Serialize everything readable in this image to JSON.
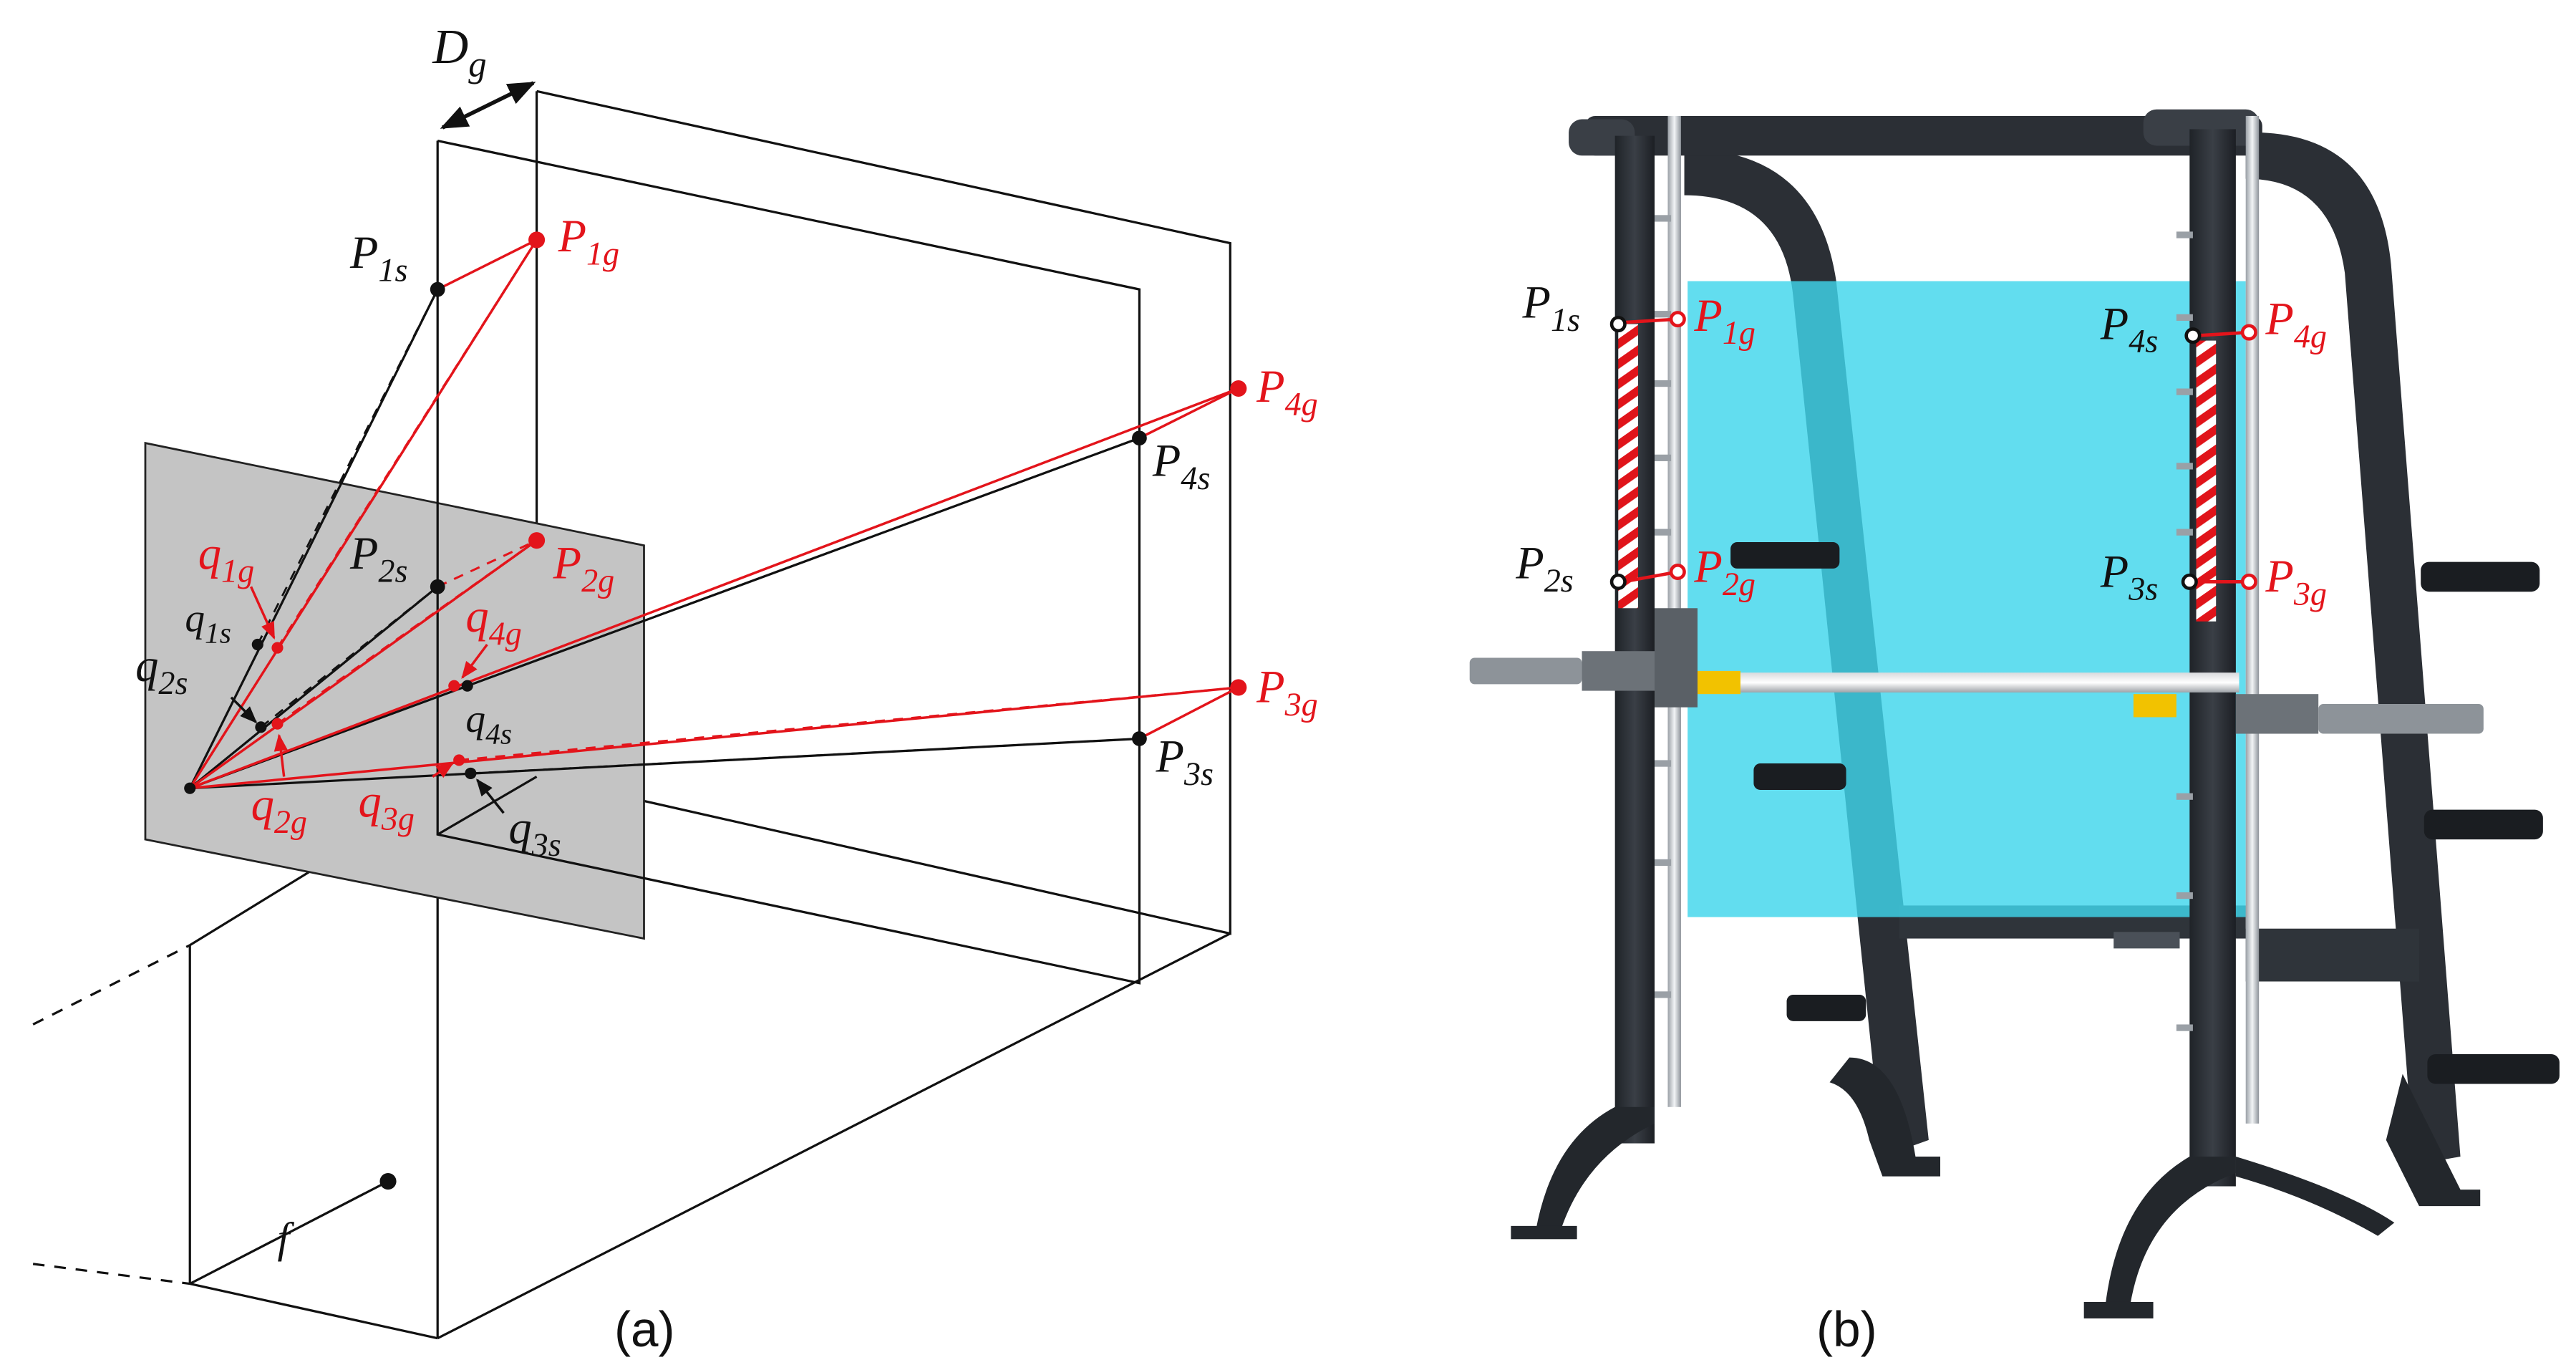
{
  "colors": {
    "black": "#111111",
    "red": "#e3141b",
    "plane_gray": "#c4c4c4",
    "glass_cyan": "#3fd6ec",
    "frame_dark": "#2b2f35",
    "bar_yellow": "#f2c200",
    "stripe_red": "#e0141a"
  },
  "panel_a": {
    "caption": "(a)",
    "dimension_label": {
      "base": "D",
      "sub": "g"
    },
    "focal_label": "f",
    "labels": {
      "P1s": {
        "base": "P",
        "sub": "1s"
      },
      "P1g": {
        "base": "P",
        "sub": "1g"
      },
      "P2s": {
        "base": "P",
        "sub": "2s"
      },
      "P2g": {
        "base": "P",
        "sub": "2g"
      },
      "P3s": {
        "base": "P",
        "sub": "3s"
      },
      "P3g": {
        "base": "P",
        "sub": "3g"
      },
      "P4s": {
        "base": "P",
        "sub": "4s"
      },
      "P4g": {
        "base": "P",
        "sub": "4g"
      },
      "q1s": {
        "base": "q",
        "sub": "1s"
      },
      "q1g": {
        "base": "q",
        "sub": "1g"
      },
      "q2s": {
        "base": "q",
        "sub": "2s"
      },
      "q2g": {
        "base": "q",
        "sub": "2g"
      },
      "q3s": {
        "base": "q",
        "sub": "3s"
      },
      "q3g": {
        "base": "q",
        "sub": "3g"
      },
      "q4s": {
        "base": "q",
        "sub": "4s"
      },
      "q4g": {
        "base": "q",
        "sub": "4g"
      }
    }
  },
  "panel_b": {
    "caption": "(b)",
    "labels": {
      "P1s": {
        "base": "P",
        "sub": "1s"
      },
      "P1g": {
        "base": "P",
        "sub": "1g"
      },
      "P2s": {
        "base": "P",
        "sub": "2s"
      },
      "P2g": {
        "base": "P",
        "sub": "2g"
      },
      "P3s": {
        "base": "P",
        "sub": "3s"
      },
      "P3g": {
        "base": "P",
        "sub": "3g"
      },
      "P4s": {
        "base": "P",
        "sub": "4s"
      },
      "P4g": {
        "base": "P",
        "sub": "4g"
      }
    }
  }
}
